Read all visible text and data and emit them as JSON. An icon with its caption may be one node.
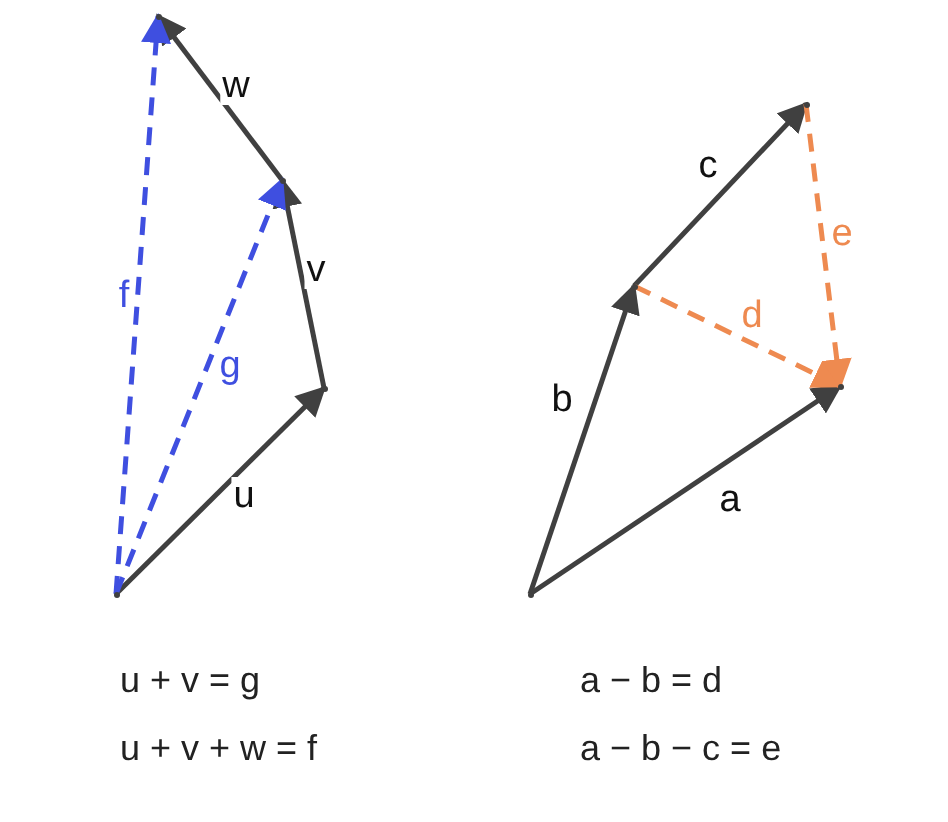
{
  "diagram": {
    "nodes": [
      {
        "text": [],
        "shape": "point"
      },
      {
        "text": [],
        "shape": "point"
      },
      {
        "text": [],
        "shape": "point"
      },
      {
        "text": [],
        "shape": "point"
      },
      {
        "text": [],
        "shape": "point"
      },
      {
        "text": [],
        "shape": "point"
      },
      {
        "text": [],
        "shape": "point"
      },
      {
        "text": [],
        "shape": "point"
      }
    ],
    "edges": [
      {
        "from": 0,
        "to": 1,
        "arrow": "to",
        "label": "u"
      },
      {
        "from": 1,
        "to": 2,
        "arrow": "to",
        "label": "v"
      },
      {
        "from": 2,
        "to": 3,
        "arrow": "to",
        "label": "w"
      },
      {
        "from": 0,
        "to": 3,
        "arrow": "to",
        "label": "f",
        "style": "dashed",
        "color": "#3f4fe0"
      },
      {
        "from": 0,
        "to": 2,
        "arrow": "to",
        "label": "g",
        "style": "dashed",
        "color": "#3f4fe0"
      },
      {
        "from": 4,
        "to": 7,
        "arrow": "to",
        "label": "a"
      },
      {
        "from": 4,
        "to": 5,
        "arrow": "to",
        "label": "b"
      },
      {
        "from": 5,
        "to": 6,
        "arrow": "to",
        "label": "c"
      },
      {
        "from": 5,
        "to": 7,
        "arrow": "to",
        "label": "d",
        "style": "dashed",
        "color": "#ee8a50"
      },
      {
        "from": 6,
        "to": 7,
        "arrow": "to",
        "label": "e",
        "style": "dashed",
        "color": "#ee8a50"
      }
    ],
    "labels": [
      "u + v = g",
      "a − b = d",
      "u + v + w = f",
      "a − b − c = e"
    ]
  }
}
